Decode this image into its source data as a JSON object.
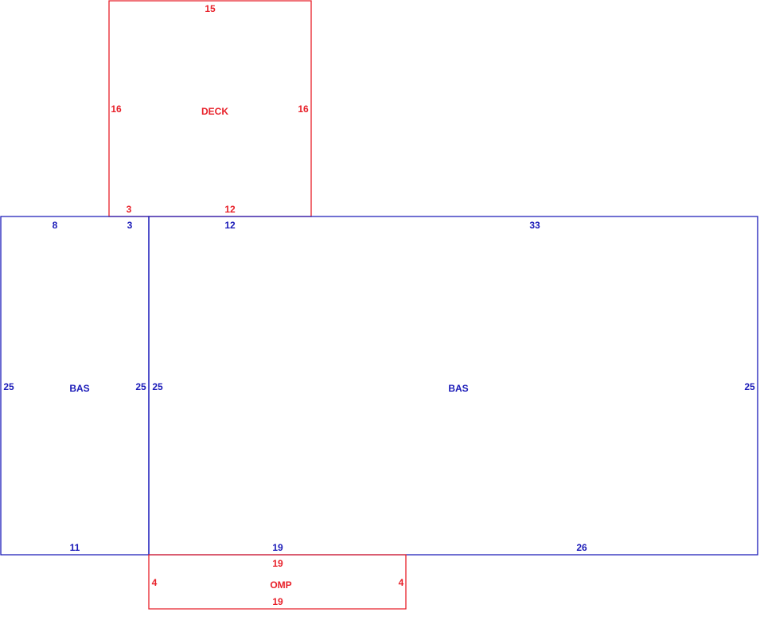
{
  "colors": {
    "deck": "#e8212a",
    "omp": "#e8212a",
    "bas": "#1a1ab8",
    "background": "#ffffff"
  },
  "deck": {
    "label": "DECK",
    "top": "15",
    "left": "16",
    "right": "16",
    "bottom_left": "3",
    "bottom_right": "12"
  },
  "bas_left": {
    "label": "BAS",
    "top_left": "8",
    "top_right": "3",
    "left": "25",
    "right": "25",
    "bottom": "11"
  },
  "bas_main": {
    "label": "BAS",
    "top_left": "12",
    "top_right": "33",
    "left": "25",
    "right": "25",
    "bottom_left": "19",
    "bottom_right": "26"
  },
  "omp": {
    "label": "OMP",
    "top": "19",
    "left": "4",
    "right": "4",
    "bottom": "19"
  }
}
